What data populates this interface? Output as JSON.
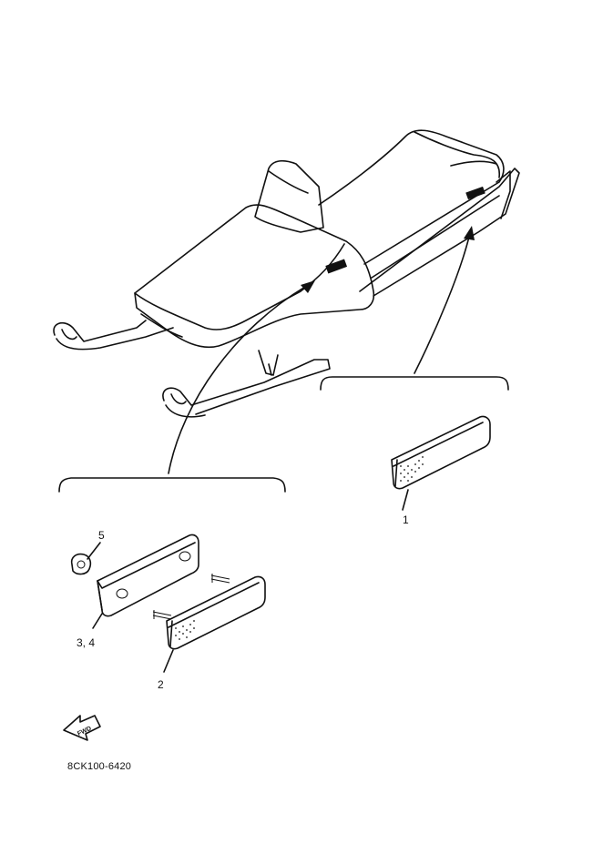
{
  "callouts": {
    "item_1": "1",
    "item_2": "2",
    "item_3_4": "3, 4",
    "item_5": "5"
  },
  "fwd_arrow_text": "FWD",
  "diagram_code": "8CK100-6420",
  "icons": {
    "snowmobile": "snowmobile-outline-icon",
    "reflector_large": "reflector-icon",
    "reflector_small": "reflector-icon",
    "bracket": "bracket-plate-icon",
    "nut": "nut-icon",
    "fwd": "forward-arrow-icon"
  }
}
